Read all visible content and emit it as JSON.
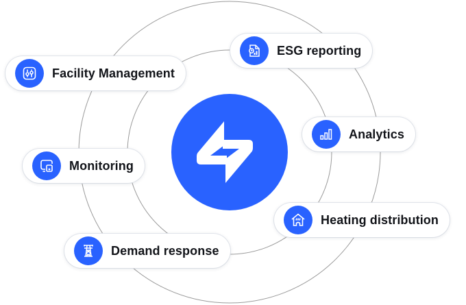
{
  "colors": {
    "accent": "#2962FF",
    "ring": "#9a9a9a",
    "text": "#111318"
  },
  "hub": {
    "icon": "lightning-logo-icon"
  },
  "items": [
    {
      "id": "facility-management",
      "label": "Facility Management",
      "icon": "sliders-icon"
    },
    {
      "id": "esg-reporting",
      "label": "ESG reporting",
      "icon": "report-chart-icon"
    },
    {
      "id": "analytics",
      "label": "Analytics",
      "icon": "bar-chart-icon"
    },
    {
      "id": "monitoring",
      "label": "Monitoring",
      "icon": "monitor-device-icon"
    },
    {
      "id": "heating-distribution",
      "label": "Heating distribution",
      "icon": "house-heat-icon"
    },
    {
      "id": "demand-response",
      "label": "Demand response",
      "icon": "power-tower-icon"
    }
  ]
}
